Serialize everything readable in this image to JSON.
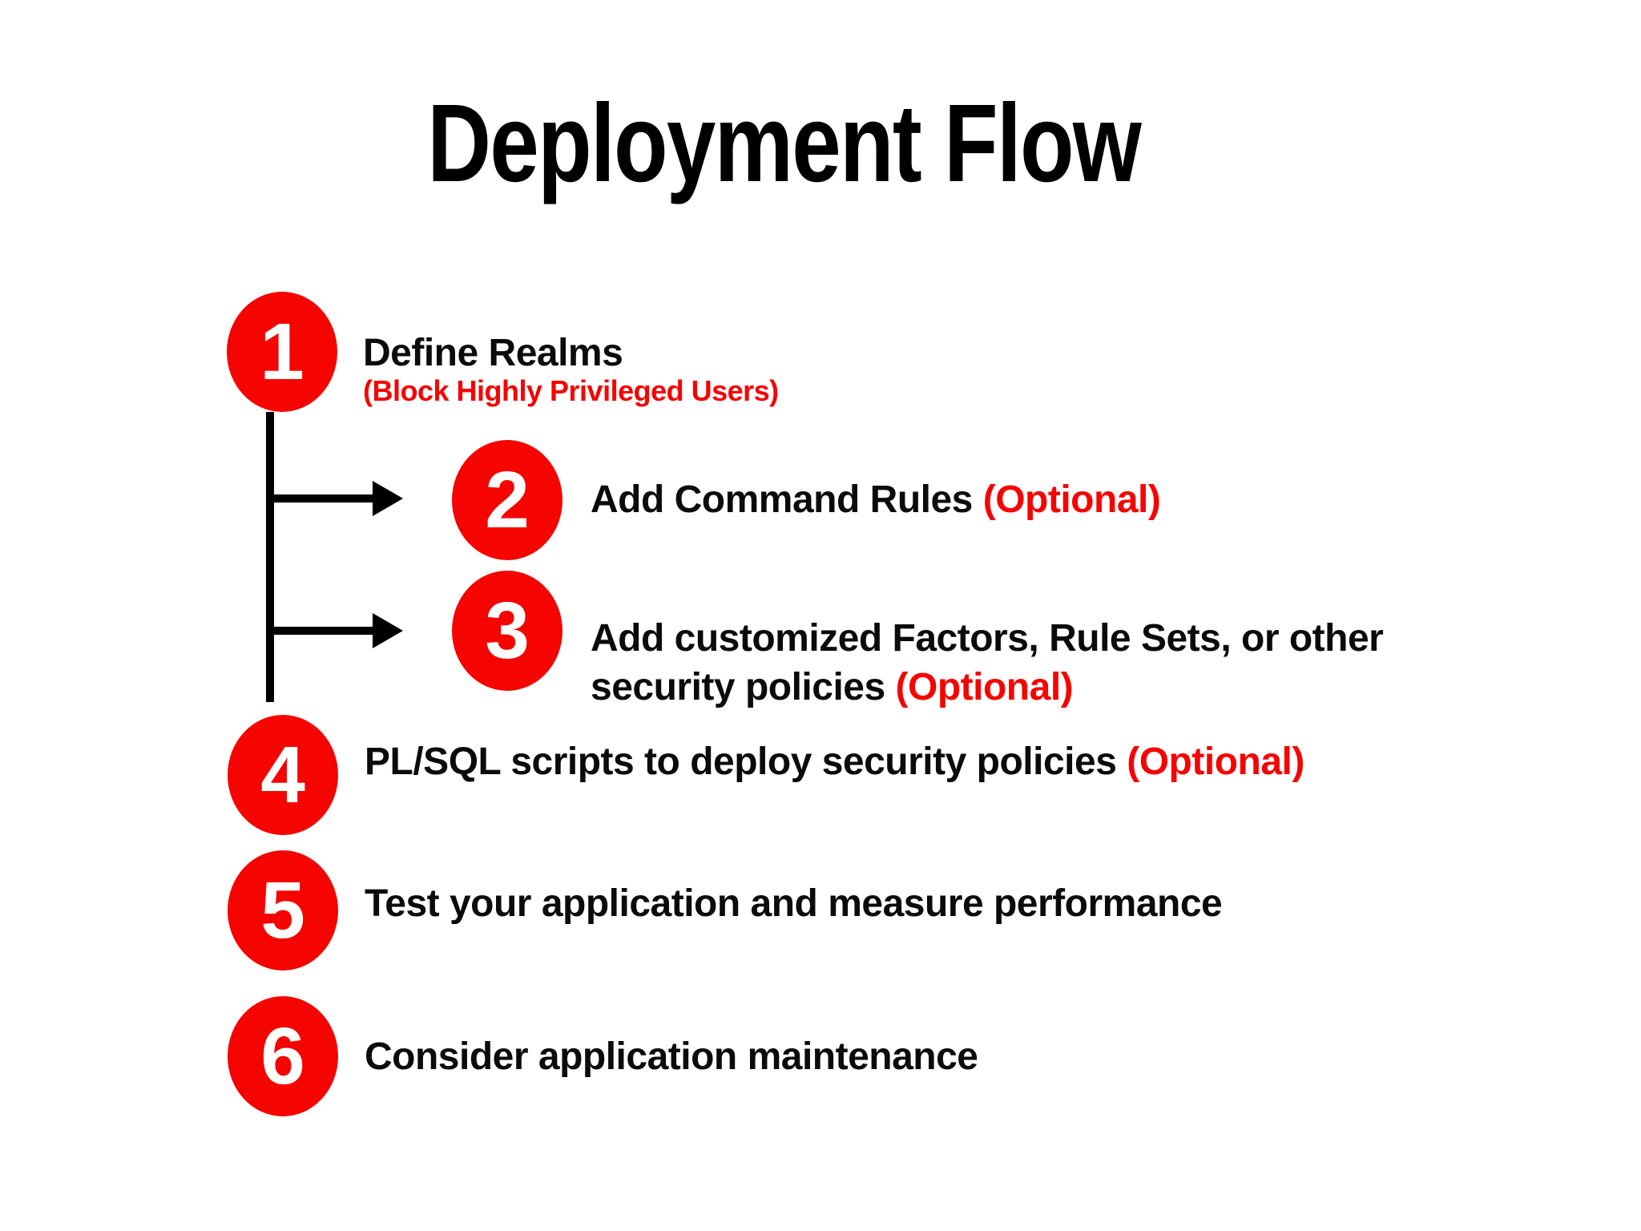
{
  "slide": {
    "title": "Deployment Flow"
  },
  "colors": {
    "circle_red": "#f50400",
    "optional_text_red": "#f50400",
    "body_text_black": "#0b0b0b",
    "background": "#ffffff"
  },
  "steps": [
    {
      "num": "1",
      "label": "Define Realms",
      "sublabel": "(Block Highly Privileged Users)"
    },
    {
      "num": "2",
      "label": "Add Command Rules",
      "optional": "(Optional)"
    },
    {
      "num": "3",
      "label": "Add customized Factors, Rule Sets, or other security policies",
      "optional": "(Optional)"
    },
    {
      "num": "4",
      "label": "PL/SQL scripts to deploy security policies",
      "optional": "(Optional)"
    },
    {
      "num": "5",
      "label": "Test your application and measure performance"
    },
    {
      "num": "6",
      "label": "Consider application maintenance"
    }
  ]
}
